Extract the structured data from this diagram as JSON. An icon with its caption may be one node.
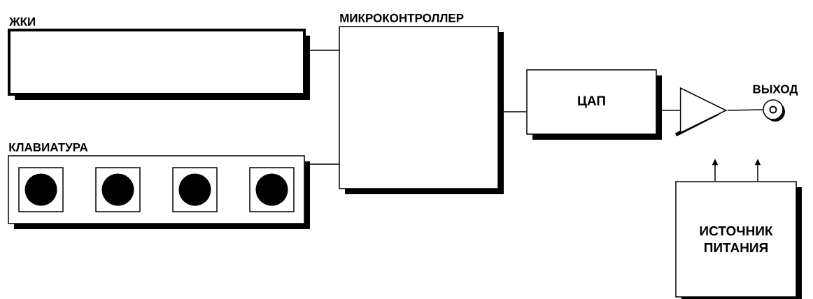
{
  "diagram": {
    "nodes": [
      {
        "text": [
          "ЖКИ"
        ]
      },
      {
        "text": [
          "КЛАВИАТУРА"
        ]
      },
      {
        "text": [
          "МИКРОКОНТРОЛЛЕР"
        ]
      },
      {
        "text": [
          "ЦАП"
        ]
      },
      {
        "text": [],
        "shape": "triangle"
      },
      {
        "text": [
          "ВЫХОД"
        ]
      },
      {
        "text": [
          "ИСТОЧНИК ПИТАНИЯ"
        ]
      }
    ],
    "edges": [
      {
        "from": 0,
        "to": 2,
        "arrow": "none"
      },
      {
        "from": 1,
        "to": 2,
        "arrow": "none"
      },
      {
        "from": 2,
        "to": 3,
        "arrow": "none"
      },
      {
        "from": 3,
        "to": 4,
        "arrow": "none"
      },
      {
        "from": 4,
        "to": 5,
        "arrow": "none"
      },
      {
        "from": 6,
        "to": null,
        "arrow": "to"
      },
      {
        "from": 6,
        "to": null,
        "arrow": "to"
      }
    ]
  }
}
